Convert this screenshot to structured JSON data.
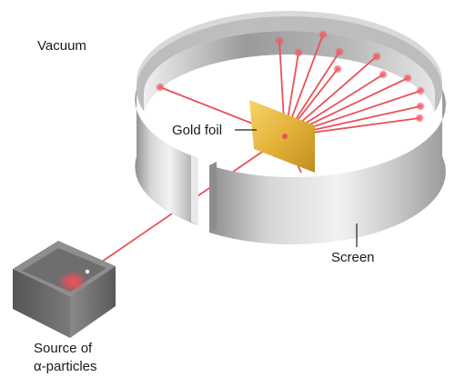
{
  "labels": {
    "vacuum": "Vacuum",
    "gold_foil": "Gold foil",
    "screen": "Screen",
    "source_line1": "Source of",
    "source_line2": "α-particles"
  },
  "colors": {
    "beam": "#e8525a",
    "gold": "#e8b93c",
    "ring_outer": "#c9c9c9",
    "ring_inner": "#a6a6a6",
    "box": "#6b6b6b"
  }
}
